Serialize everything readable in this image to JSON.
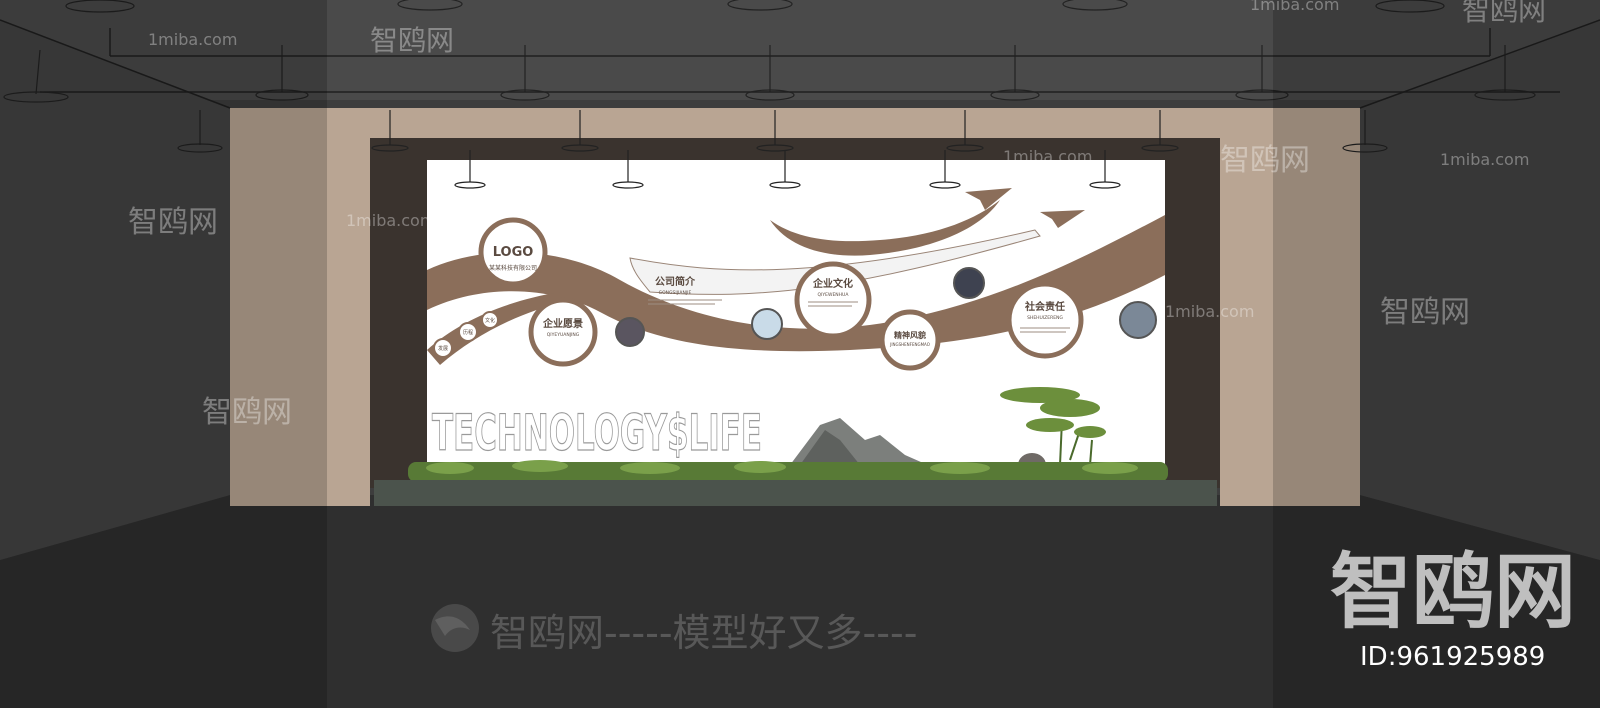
{
  "wall": {
    "logo_title": "LOGO",
    "logo_sub": "某某科技有限公司",
    "badges": [
      {
        "title": "公司简介",
        "pinyin": "GONGSIJIANJIE"
      },
      {
        "title": "企业愿景",
        "pinyin": "QIYEYUANJING"
      },
      {
        "title": "企业文化",
        "pinyin": "QIYEWENHUA"
      },
      {
        "title": "精神风貌",
        "pinyin": "JINGSHENFENGMAO"
      },
      {
        "title": "社会责任",
        "pinyin": "SHEHUIZERENG"
      }
    ],
    "small_tags": [
      "发展",
      "历程",
      "文化"
    ],
    "slogan": "TECHNOLOGY$LIFE"
  },
  "watermarks": {
    "site": "1miba.com",
    "brand": "智鸥网",
    "footer": "智鸥网-----模型好又多----",
    "id_label": "ID:961925989"
  },
  "colors": {
    "wall_brown": "#8b6e5a",
    "pillar": "#b9a593",
    "floor": "#2f2f2f",
    "wall_bg": "#ffffff"
  }
}
